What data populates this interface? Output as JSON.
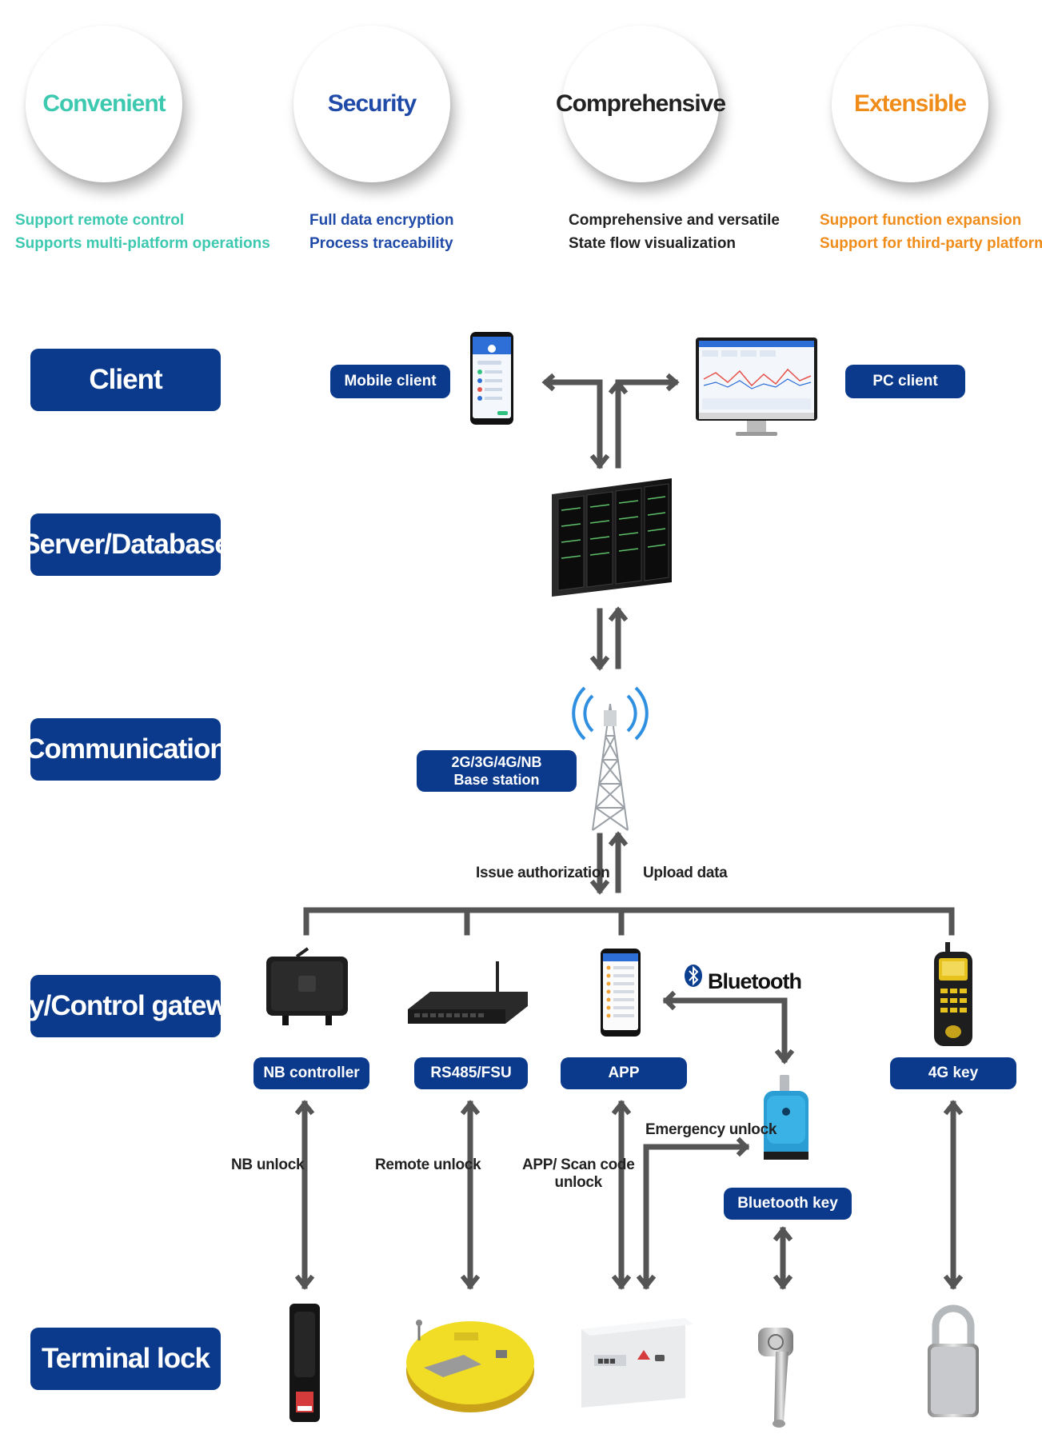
{
  "features": [
    {
      "title": "Convenient",
      "color": "#3dc8b0",
      "lines": [
        "Support remote control",
        "Supports multi-platform operations"
      ]
    },
    {
      "title": "Security",
      "color": "#1f4aa8",
      "lines": [
        "Full data encryption",
        "Process traceability"
      ]
    },
    {
      "title": "Comprehensive",
      "color": "#222222",
      "lines": [
        "Comprehensive and versatile",
        "State flow visualization"
      ]
    },
    {
      "title": "Extensible",
      "color": "#f08c1a",
      "lines": [
        "Support function expansion",
        "Support for third-party platforms"
      ]
    }
  ],
  "layers": {
    "client": "Client",
    "server": "Server/Database",
    "communication": "Communication",
    "gateway": "Key/Control gateway",
    "terminal": "Terminal lock"
  },
  "client": {
    "mobile": "Mobile client",
    "pc": "PC client"
  },
  "communication": {
    "base_line1": "2G/3G/4G/NB",
    "base_line2": "Base station",
    "issue": "Issue authorization",
    "upload": "Upload data"
  },
  "gateway": {
    "nb": "NB controller",
    "rs485": "RS485/FSU",
    "app": "APP",
    "bluetooth": "Bluetooth",
    "key4g": "4G key",
    "bt_key": "Bluetooth key"
  },
  "unlock": {
    "nb": "NB unlock",
    "remote": "Remote unlock",
    "app_line1": "APP/ Scan code",
    "app_line2": "unlock",
    "emergency": "Emergency unlock"
  },
  "colors": {
    "brand_blue": "#0b3a8c",
    "connector_gray": "#555555"
  }
}
